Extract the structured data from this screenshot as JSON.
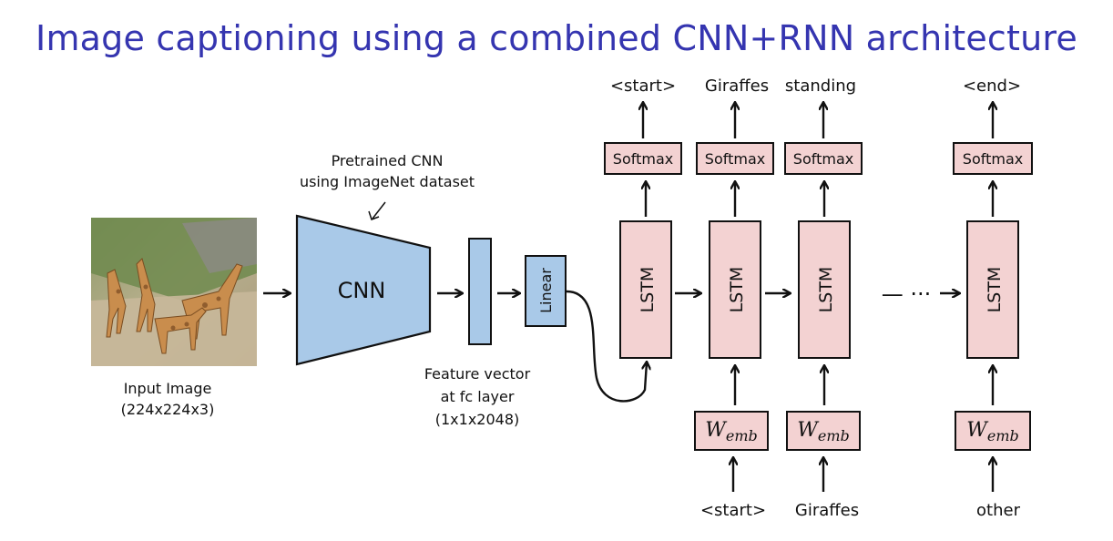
{
  "title": "Image captioning using a combined CNN+RNN architecture",
  "input_image": {
    "caption_line1": "Input Image",
    "caption_line2": "(224x224x3)"
  },
  "cnn": {
    "label": "CNN",
    "note_line1": "Pretrained CNN",
    "note_line2": "using ImageNet dataset"
  },
  "feature_vector": {
    "line1": "Feature vector",
    "line2": "at fc layer",
    "line3": "(1x1x2048)"
  },
  "linear": {
    "label": "Linear"
  },
  "lstm_label": "LSTM",
  "softmax_label": "Softmax",
  "wemb": {
    "base": "W",
    "sub": "emb"
  },
  "ellipsis": "— ···",
  "outputs": [
    "<start>",
    "Giraffes",
    "standing",
    "<end>"
  ],
  "inputs": [
    "<start>",
    "Giraffes",
    "other"
  ],
  "colors": {
    "title": "#3535b0",
    "blue_fill": "#a9c9e8",
    "pink_fill": "#f3d2d2",
    "stroke": "#111111"
  }
}
